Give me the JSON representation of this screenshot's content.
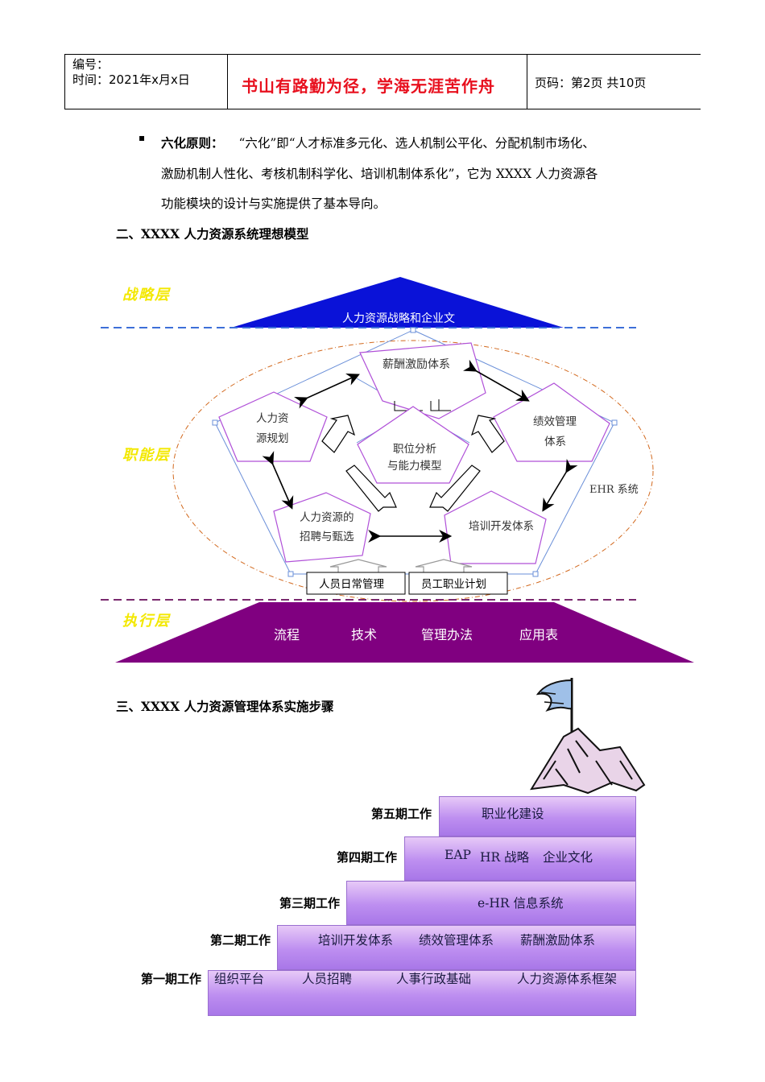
{
  "header": {
    "number_label": "编号：",
    "time_label": "时间：2021年x月x日",
    "motto": "书山有路勤为径，学海无涯苦作舟",
    "page_info": "页码：第2页  共10页"
  },
  "principle": {
    "bullet": "▪",
    "title": "六化原则：",
    "line1": "“六化”即“人才标准多元化、选人机制公平化、分配机制市场化、",
    "line2": "激励机制人性化、考核机制科学化、培训机制体系化”，它为 XXXX 人力资源各",
    "line3": "功能模块的设计与实施提供了基本导向。"
  },
  "section2": {
    "heading": "二、XXXX 人力资源系统理想模型"
  },
  "model": {
    "strategy_layer": "战略层",
    "function_layer": "职能层",
    "execution_layer": "执行层",
    "strategy_triangle_text": "人力资源战略和企业文",
    "center": [
      "职位分析",
      "与能力模型"
    ],
    "salary": "薪酬激励体系",
    "planning": [
      "人力资",
      "源规划"
    ],
    "performance": [
      "绩效管理",
      "体系"
    ],
    "recruit": [
      "人力资源的",
      "招聘与甄选"
    ],
    "training": "培训开发体系",
    "ehr": "EHR 系统",
    "daily_mgmt": "人员日常管理",
    "career_plan": "员工职业计划",
    "exec_items": [
      "流程",
      "技术",
      "管理办法",
      "应用表"
    ],
    "colors": {
      "strategy_fill": "#0a12d8",
      "execution_fill": "#800080",
      "dash_blue": "#3d6fd8",
      "dash_purple": "#7a2a6e",
      "pentagon": "#b050d8",
      "ellipse": "#d2691e",
      "outer_pentagon": "#6a8fd8",
      "layer_label": "#f3e800"
    }
  },
  "section3": {
    "heading": "三、XXXX 人力资源管理体系实施步骤",
    "steps": [
      {
        "label": "第五期工作",
        "items": [
          "职业化建设"
        ]
      },
      {
        "label": "第四期工作",
        "items": [
          "EAP",
          "HR 战略",
          "企业文化"
        ]
      },
      {
        "label": "第三期工作",
        "items": [
          "e-HR 信息系统"
        ]
      },
      {
        "label": "第二期工作",
        "items": [
          "培训开发体系",
          "绩效管理体系",
          "薪酬激励体系"
        ]
      },
      {
        "label": "第一期工作",
        "items": [
          "组织平台",
          "人员招聘",
          "人事行政基础",
          "人力资源体系框架"
        ]
      }
    ]
  },
  "icons": {
    "flag": "mountain-flag-icon"
  }
}
